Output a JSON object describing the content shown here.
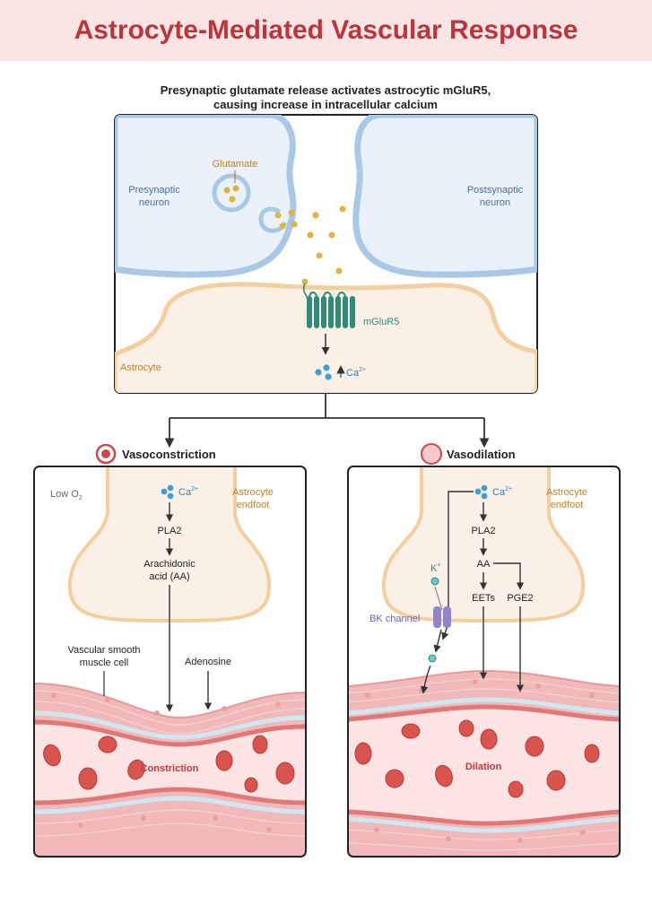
{
  "title": "Astrocyte-Mediated Vascular Response",
  "top": {
    "caption_line1": "Presynaptic glutamate release activates astrocytic mGluR5,",
    "caption_line2": "causing increase in intracellular calcium",
    "glutamate": "Glutamate",
    "pre_line1": "Presynaptic",
    "pre_line2": "neuron",
    "post_line1": "Postsynaptic",
    "post_line2": "neuron",
    "receptor": "mGluR5",
    "astrocyte": "Astrocyte",
    "calcium": "Ca",
    "calcium_sup": "2+"
  },
  "left": {
    "heading": "Vasoconstriction",
    "low_o2": "Low O",
    "low_o2_sub": "2",
    "calcium": "Ca",
    "calcium_sup": "2+",
    "endfoot_line1": "Astrocyte",
    "endfoot_line2": "endfoot",
    "pla2": "PLA2",
    "aa_line1": "Arachidonic",
    "aa_line2": "acid (AA)",
    "vsmc_line1": "Vascular smooth",
    "vsmc_line2": "muscle cell",
    "adenosine": "Adenosine",
    "vessel_label": "Constriction"
  },
  "right": {
    "heading": "Vasodilation",
    "calcium": "Ca",
    "calcium_sup": "2+",
    "endfoot_line1": "Astrocyte",
    "endfoot_line2": "endfoot",
    "pla2": "PLA2",
    "aa": "AA",
    "potassium": "K",
    "potassium_sup": "+",
    "eets": "EETs",
    "pge2": "PGE2",
    "bk_channel": "BK channel",
    "vessel_label": "Dilation"
  },
  "colors": {
    "title_bg": "#fbe5e4",
    "title_text": "#b9363f",
    "neuron_fill": "#e9f1fa",
    "neuron_stroke": "#a9c8e6",
    "neuron_text": "#4f6f93",
    "astrocyte_fill": "#fbf0e6",
    "astrocyte_stroke": "#f3cf9f",
    "astrocyte_text": "#c0812b",
    "glutamate": "#e0b23f",
    "receptor": "#2f8a78",
    "calcium": "#3c9fd6",
    "vessel_wall": "#f1b9b9",
    "vessel_lumen": "#fbe4e3",
    "rbc": "#d9534f",
    "bk_channel": "#8f86c9"
  }
}
